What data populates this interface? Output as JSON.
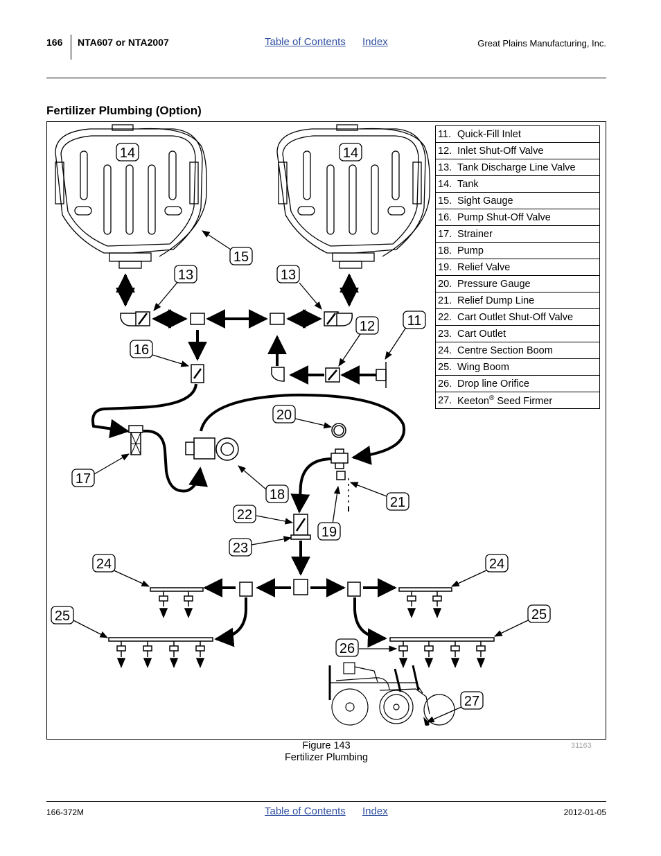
{
  "header": {
    "page_number": "166",
    "model": "NTA607 or NTA2007",
    "toc_link": "Table of Contents",
    "index_link": "Index",
    "company": "Great Plains Manufacturing, Inc."
  },
  "section": {
    "title": "Fertilizer Plumbing (Option)"
  },
  "legend": [
    {
      "num": "11.",
      "label": "Quick-Fill Inlet"
    },
    {
      "num": "12.",
      "label": "Inlet Shut-Off Valve"
    },
    {
      "num": "13.",
      "label": "Tank Discharge Line Valve"
    },
    {
      "num": "14.",
      "label": "Tank"
    },
    {
      "num": "15.",
      "label": "Sight Gauge"
    },
    {
      "num": "16.",
      "label": "Pump Shut-Off Valve"
    },
    {
      "num": "17.",
      "label": "Strainer"
    },
    {
      "num": "18.",
      "label": "Pump"
    },
    {
      "num": "19.",
      "label": "Relief Valve"
    },
    {
      "num": "20.",
      "label": "Pressure Gauge"
    },
    {
      "num": "21.",
      "label": "Relief Dump Line"
    },
    {
      "num": "22.",
      "label": "Cart Outlet Shut-Off Valve"
    },
    {
      "num": "23.",
      "label": "Cart Outlet"
    },
    {
      "num": "24.",
      "label": "Centre Section Boom"
    },
    {
      "num": "25.",
      "label": "Wing Boom"
    },
    {
      "num": "26.",
      "label": "Drop line Orifice"
    },
    {
      "num": "27.",
      "label": "Keeton",
      "sup": "®",
      "suffix": " Seed Firmer"
    }
  ],
  "callouts": {
    "c14a": "14",
    "c14b": "14",
    "c15": "15",
    "c13a": "13",
    "c13b": "13",
    "c12": "12",
    "c11": "11",
    "c16": "16",
    "c20": "20",
    "c17": "17",
    "c18": "18",
    "c21": "21",
    "c22": "22",
    "c19": "19",
    "c23": "23",
    "c24a": "24",
    "c24b": "24",
    "c25a": "25",
    "c25b": "25",
    "c26": "26",
    "c27": "27"
  },
  "figure": {
    "number": "Figure 143",
    "caption": "Fertilizer Plumbing",
    "id": "31163"
  },
  "footer": {
    "doc_number": "166-372M",
    "toc_link": "Table of Contents",
    "index_link": "Index",
    "date": "2012-01-05"
  },
  "colors": {
    "link": "#2f4fa0",
    "figure_id": "#a8a8a8"
  }
}
